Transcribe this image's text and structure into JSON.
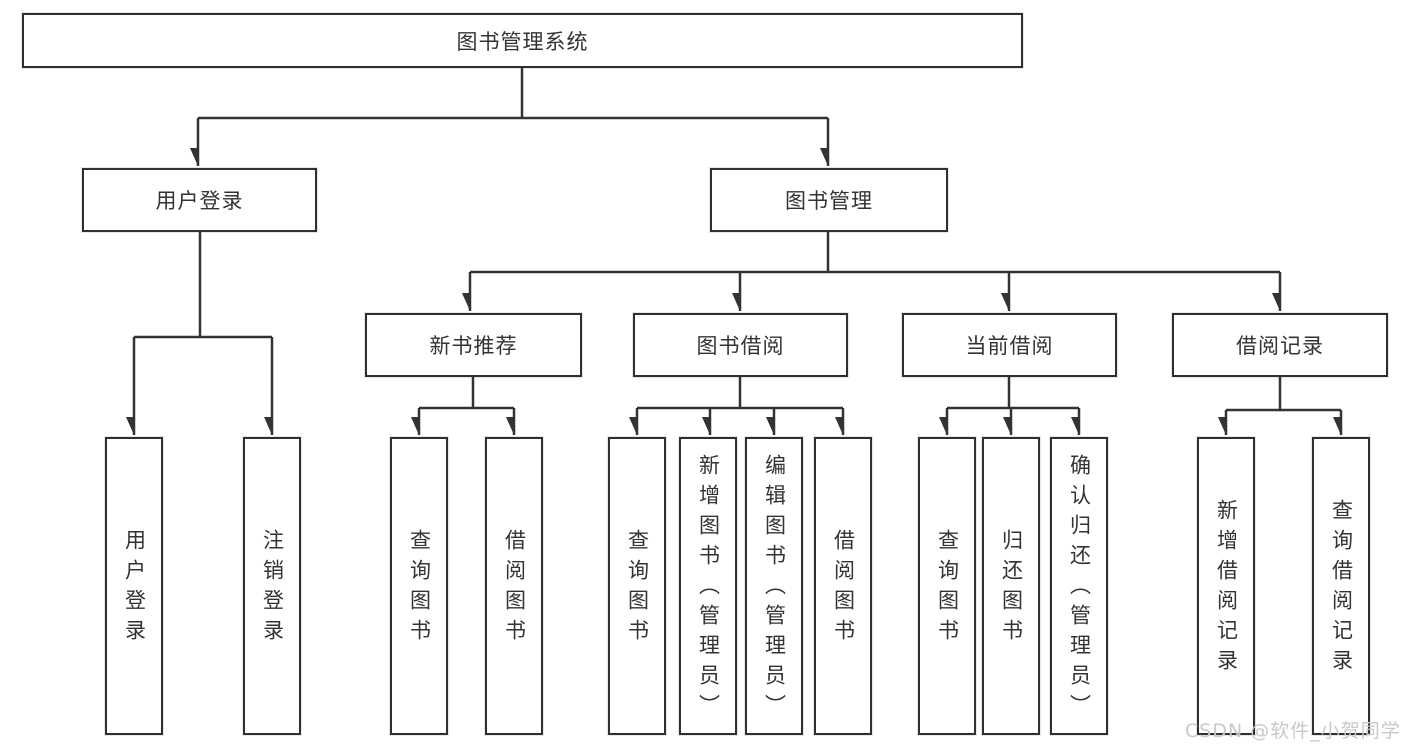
{
  "diagram": {
    "title_node": {
      "label": "图书管理系统"
    },
    "branches": [
      {
        "label": "用户登录",
        "children": [
          {
            "label": "用户登录"
          },
          {
            "label": "注销登录"
          }
        ]
      },
      {
        "label": "图书管理",
        "sections": [
          {
            "label": "新书推荐",
            "children": [
              {
                "label": "查询图书"
              },
              {
                "label": "借阅图书"
              }
            ]
          },
          {
            "label": "图书借阅",
            "children": [
              {
                "label": "查询图书"
              },
              {
                "label": "新增图书（管理员）"
              },
              {
                "label": "编辑图书（管理员）"
              },
              {
                "label": "借阅图书"
              }
            ]
          },
          {
            "label": "当前借阅",
            "children": [
              {
                "label": "查询图书"
              },
              {
                "label": "归还图书"
              },
              {
                "label": "确认归还（管理员）"
              }
            ]
          },
          {
            "label": "借阅记录",
            "children": [
              {
                "label": "新增借阅记录"
              },
              {
                "label": "查询借阅记录"
              }
            ]
          }
        ]
      }
    ],
    "watermark": "CSDN @软件_小贺同学",
    "colors": {
      "line": "#333333",
      "box_border": "#2f2f2f",
      "text": "#333333",
      "watermark": "#c9c9c9",
      "background": "#ffffff"
    }
  }
}
